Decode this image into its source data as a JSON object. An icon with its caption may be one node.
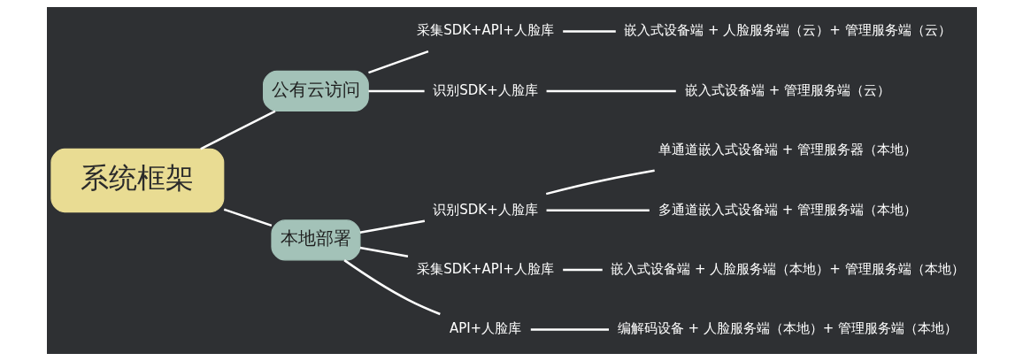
{
  "diagram": {
    "nodes": [
      {
        "text": [
          "系统框架"
        ]
      },
      {
        "text": [
          "公有云访问"
        ]
      },
      {
        "text": [
          "采集SDK+API+人脸库"
        ]
      },
      {
        "text": [
          "嵌入式设备端 + 人脸服务端（云）+ 管理服务端（云）"
        ]
      },
      {
        "text": [
          "识别SDK+人脸库"
        ]
      },
      {
        "text": [
          "嵌入式设备端 + 管理服务端（云）"
        ]
      },
      {
        "text": [
          "本地部署"
        ]
      },
      {
        "text": [
          "识别SDK+人脸库"
        ]
      },
      {
        "text": [
          "单通道嵌入式设备端 + 管理服务器（本地）"
        ]
      },
      {
        "text": [
          "多通道嵌入式设备端 + 管理服务端（本地）"
        ]
      },
      {
        "text": [
          "采集SDK+API+人脸库"
        ]
      },
      {
        "text": [
          "嵌入式设备端 + 人脸服务端（本地）+ 管理服务端（本地）"
        ]
      },
      {
        "text": [
          "API+人脸库"
        ]
      },
      {
        "text": [
          "编解码设备 + 人脸服务端（本地）+ 管理服务端（本地）"
        ]
      }
    ],
    "edges": [
      {
        "from": 0,
        "to": 1,
        "arrow": "none"
      },
      {
        "from": 1,
        "to": 2,
        "arrow": "none"
      },
      {
        "from": 2,
        "to": 3,
        "arrow": "none"
      },
      {
        "from": 1,
        "to": 4,
        "arrow": "none"
      },
      {
        "from": 4,
        "to": 5,
        "arrow": "none"
      },
      {
        "from": 0,
        "to": 6,
        "arrow": "none"
      },
      {
        "from": 6,
        "to": 7,
        "arrow": "none"
      },
      {
        "from": 7,
        "to": 8,
        "arrow": "none"
      },
      {
        "from": 7,
        "to": 9,
        "arrow": "none"
      },
      {
        "from": 6,
        "to": 10,
        "arrow": "none"
      },
      {
        "from": 10,
        "to": 11,
        "arrow": "none"
      },
      {
        "from": 6,
        "to": 12,
        "arrow": "none"
      },
      {
        "from": 12,
        "to": 13,
        "arrow": "none"
      }
    ]
  }
}
